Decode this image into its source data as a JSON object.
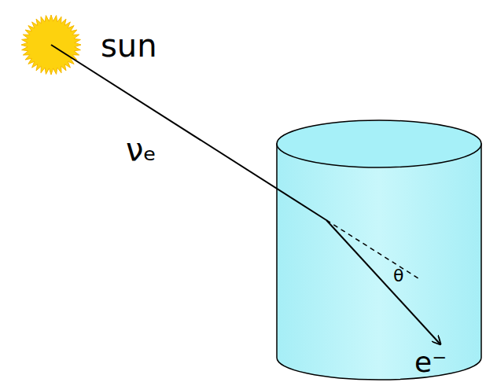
{
  "diagram": {
    "labels": [
      "sun",
      "νₑ",
      "θ",
      "e⁻"
    ]
  }
}
